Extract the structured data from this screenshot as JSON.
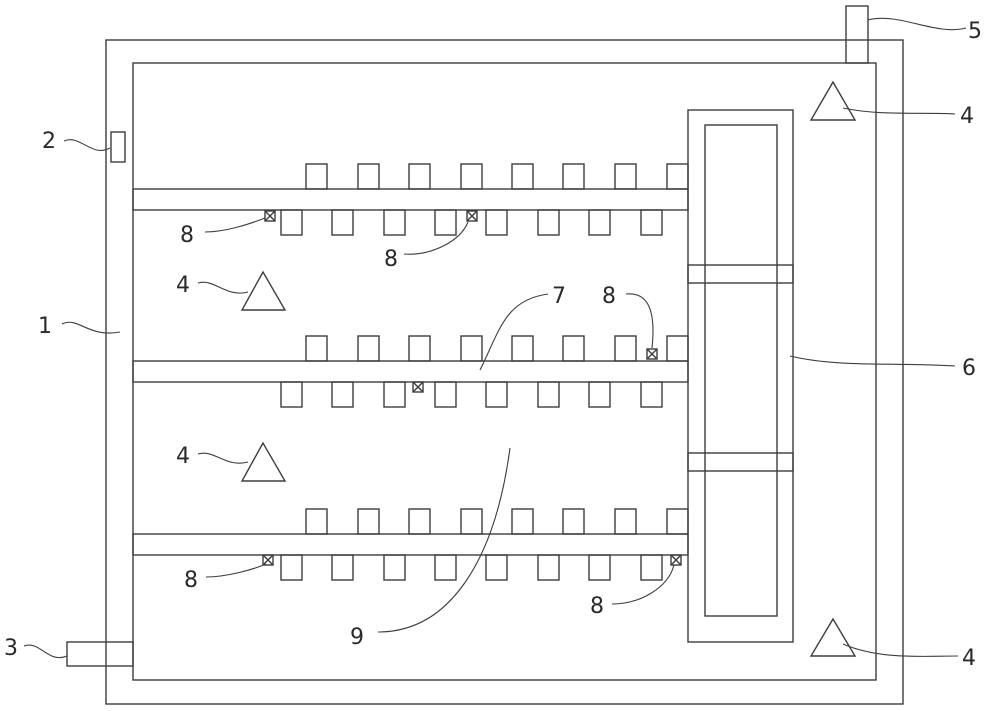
{
  "labels": {
    "outer_frame": "1",
    "box_top_left": "2",
    "outlet_pipe": "3",
    "triangle_marker": "4",
    "inlet_pipe": "5",
    "vertical_assembly": "6",
    "bar": "7",
    "crossed_box": "8",
    "chamber_space": "9"
  }
}
